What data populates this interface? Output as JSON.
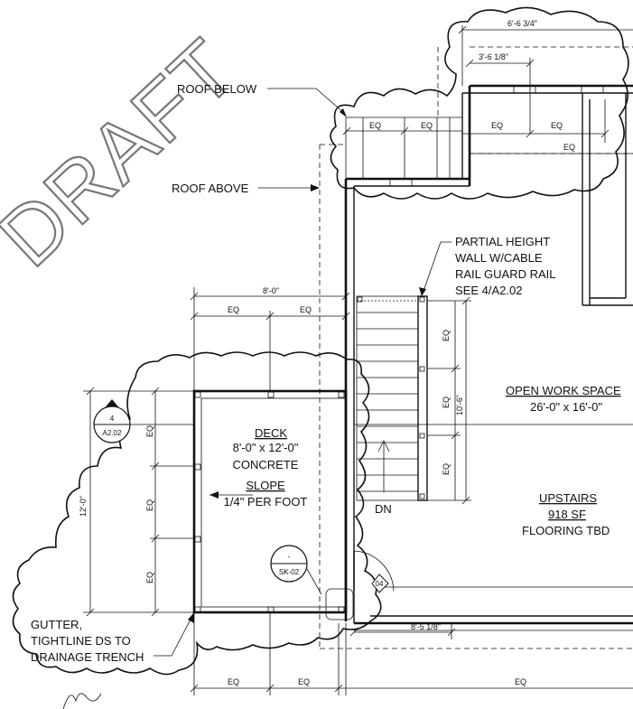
{
  "watermark": "DRAFT",
  "notes": {
    "roof_below": "ROOF BELOW",
    "roof_above": "ROOF ABOVE",
    "rail_line1": "PARTIAL HEIGHT",
    "rail_line2": "WALL W/CABLE",
    "rail_line3": "RAIL GUARD RAIL",
    "rail_line4": "SEE 4/A2.02",
    "gutter_line1": "GUTTER,",
    "gutter_line2": "TIGHTLINE DS TO",
    "gutter_line3": "DRAINAGE TRENCH"
  },
  "rooms": {
    "open_work": "OPEN WORK SPACE",
    "open_work_size": "26'-0\" x 16'-0\"",
    "upstairs": "UPSTAIRS",
    "upstairs_area": "918 SF",
    "upstairs_floor": "FLOORING TBD"
  },
  "deck": {
    "title": "DECK",
    "size": "8'-0\" x 12'-0\"",
    "material": "CONCRETE",
    "slope_label": "SLOPE",
    "slope_value": "1/4\" PER FOOT"
  },
  "stair": {
    "dn": "DN"
  },
  "dimensions": {
    "top_overall": "6'-6 3/4\"",
    "top_sub": "3'-6 1/8\"",
    "deck_width": "8'-0\"",
    "deck_height": "12'-0\"",
    "stair_height": "10'-6\"",
    "bottom": "8'-5 1/8\"",
    "eq": "EQ"
  },
  "tags": {
    "section_number": "4",
    "section_sheet": "A2.02",
    "sketch_number": "-",
    "sketch_sheet": "SK-02",
    "door": "04"
  }
}
